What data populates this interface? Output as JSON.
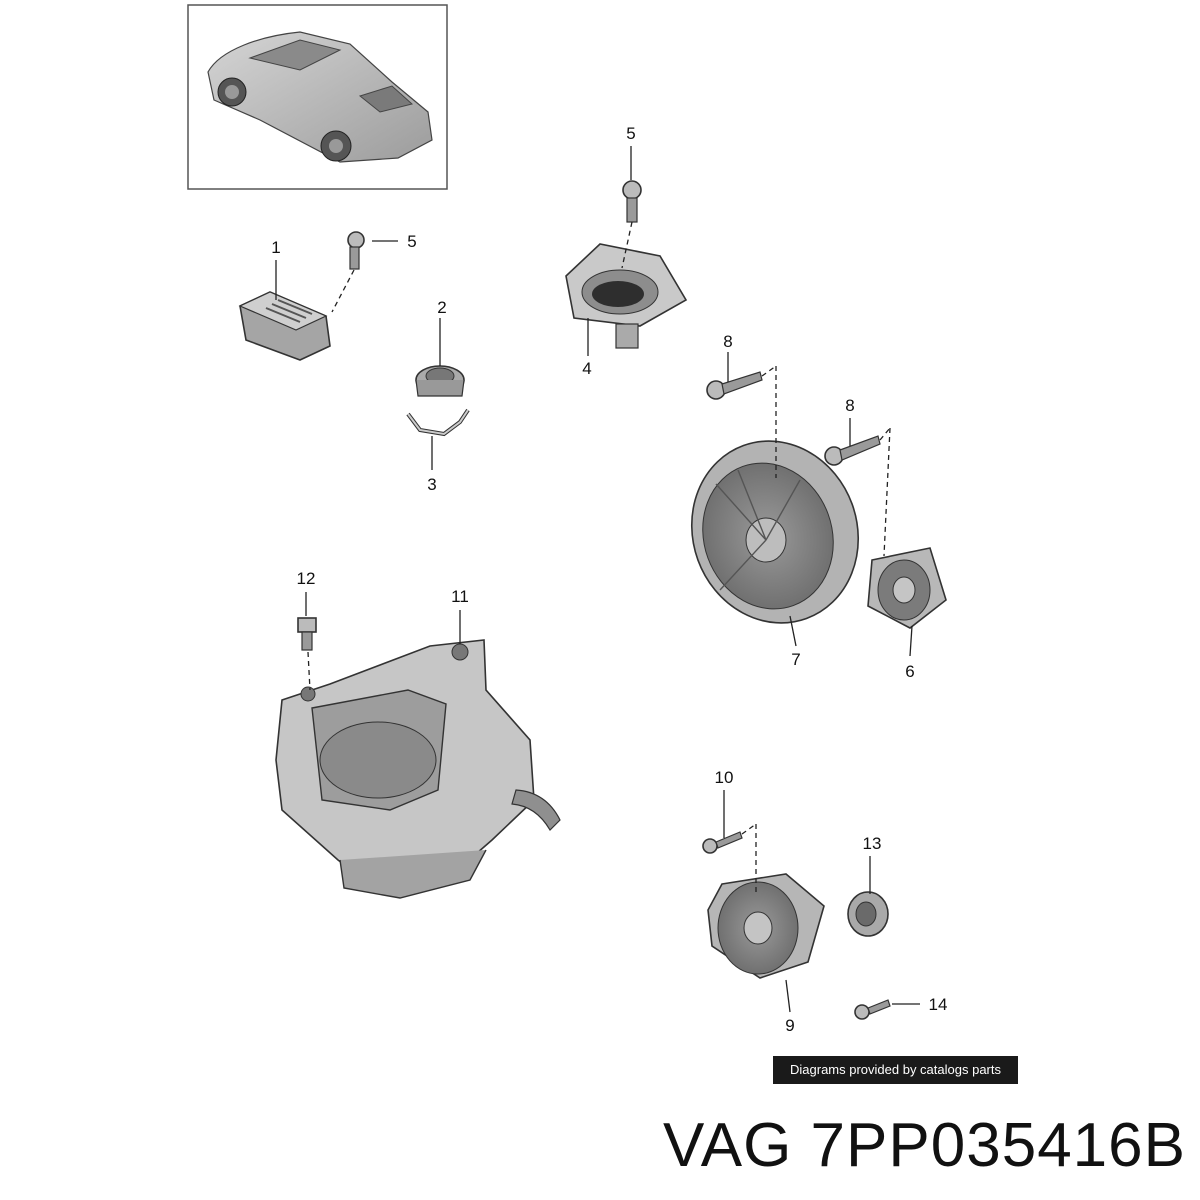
{
  "callouts": {
    "c1": "1",
    "c2": "2",
    "c3": "3",
    "c4": "4",
    "c5a": "5",
    "c5b": "5",
    "c6": "6",
    "c7": "7",
    "c8a": "8",
    "c8b": "8",
    "c9": "9",
    "c10": "10",
    "c11": "11",
    "c12": "12",
    "c13": "13",
    "c14": "14"
  },
  "credit": "Diagrams provided by catalogs parts",
  "part_number": "VAG 7PP035416B",
  "colors": {
    "part_fill": "#b9b9b9",
    "part_dark": "#6f6f6f",
    "part_light": "#d8d8d8",
    "credit_bg": "#1a1a1a"
  }
}
